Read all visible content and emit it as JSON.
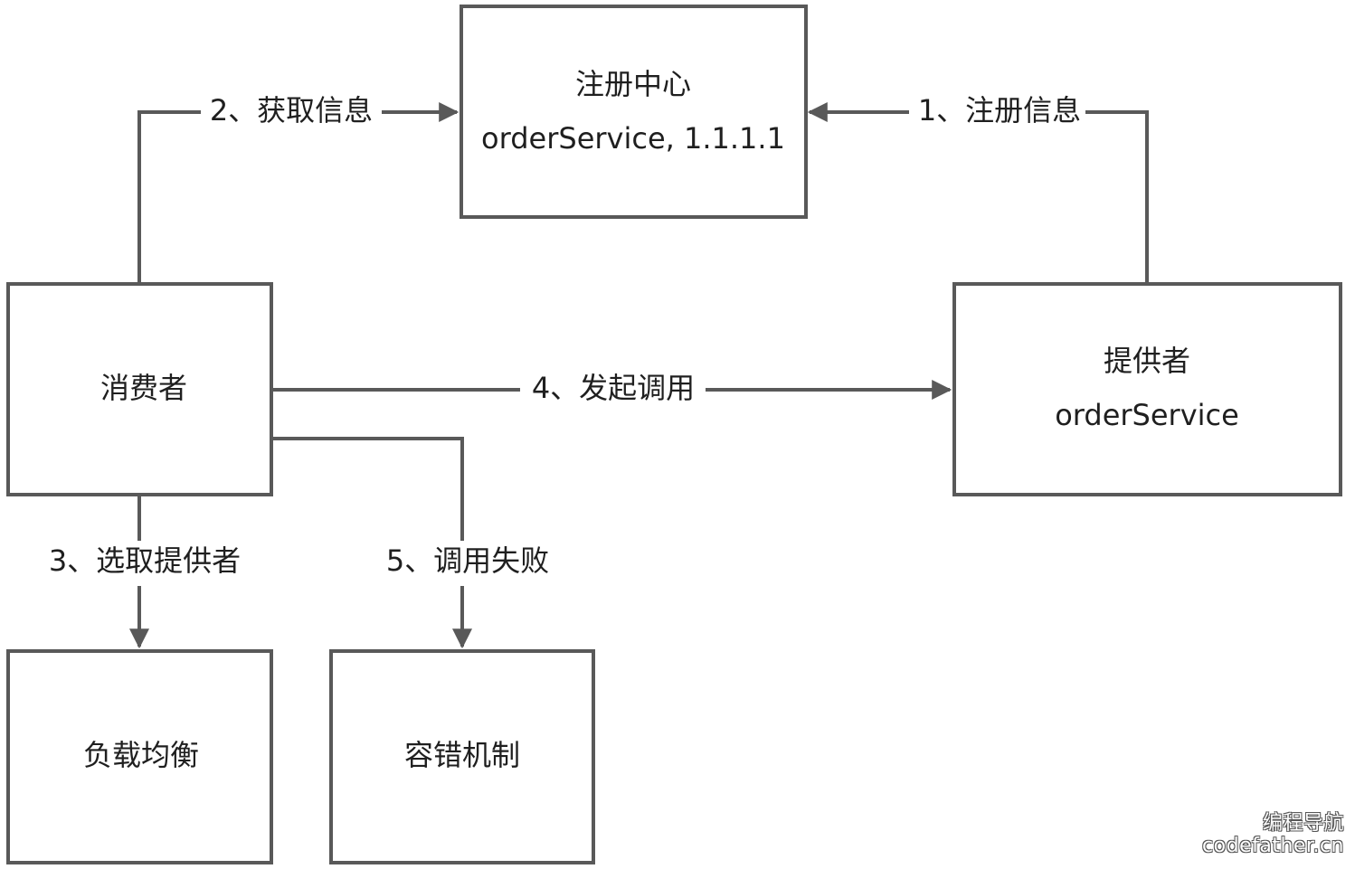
{
  "nodes": {
    "registry": {
      "line1": "注册中心",
      "line2": "orderService, 1.1.1.1"
    },
    "consumer": {
      "line1": "消费者"
    },
    "provider": {
      "line1": "提供者",
      "line2": "orderService"
    },
    "load_balance": {
      "line1": "负载均衡"
    },
    "fault_tolerance": {
      "line1": "容错机制"
    }
  },
  "edges": {
    "register": {
      "label": "1、注册信息"
    },
    "fetch": {
      "label": "2、获取信息"
    },
    "select": {
      "label": "3、选取提供者"
    },
    "invoke": {
      "label": "4、发起调用"
    },
    "fail": {
      "label": "5、调用失败"
    }
  },
  "watermark": {
    "line1": "编程导航",
    "line2": "codefather.cn"
  },
  "colors": {
    "line": "#595959",
    "text": "#1f1f1f",
    "background": "#ffffff"
  }
}
